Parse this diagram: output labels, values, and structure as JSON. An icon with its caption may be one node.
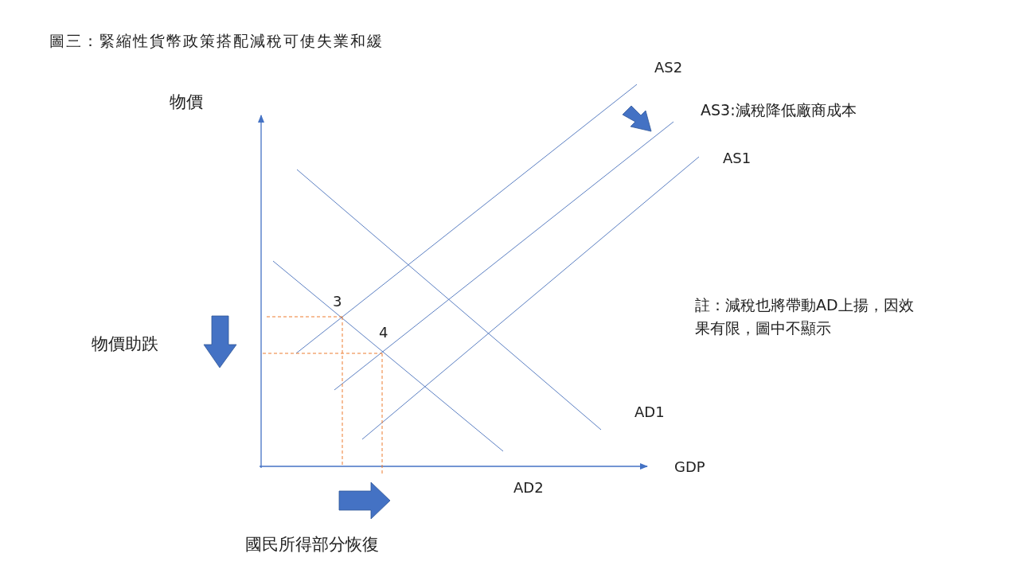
{
  "diagram": {
    "title": "圖三：緊縮性貨幣政策搭配減稅可使失業和緩",
    "labels": [
      "物價",
      "AS2",
      "AS3:減稅降低廠商成本",
      "AS1",
      "註：減稅也將帶動AD上揚，因效果有限，圖中不顯示",
      "3",
      "物價助跌",
      "4",
      "AD1",
      "GDP",
      "AD2",
      "國民所得部分恢復"
    ]
  }
}
